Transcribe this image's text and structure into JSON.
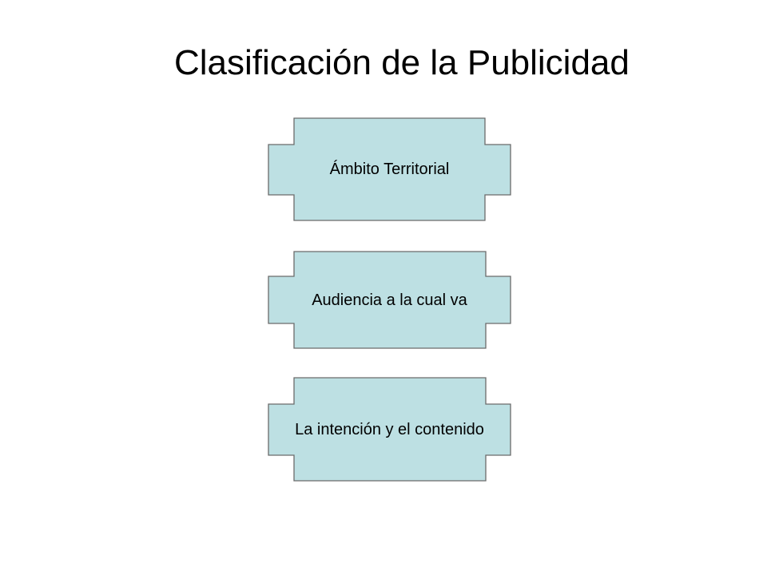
{
  "slide": {
    "title": "Clasificación de la Publicidad",
    "shape_fill": "#bde0e3",
    "shape_stroke": "#6b6b6b",
    "shapes": [
      {
        "label": "Ámbito Territorial"
      },
      {
        "label": "Audiencia a la cual va"
      },
      {
        "label": "La intención y el contenido"
      }
    ]
  }
}
